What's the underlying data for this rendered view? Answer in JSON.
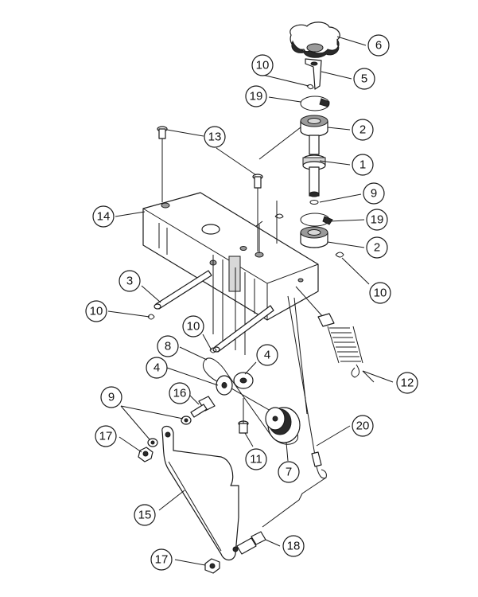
{
  "callouts": [
    {
      "id": "c6",
      "label": "6"
    },
    {
      "id": "c5",
      "label": "5"
    },
    {
      "id": "c10a",
      "label": "10"
    },
    {
      "id": "c19a",
      "label": "19"
    },
    {
      "id": "c2a",
      "label": "2"
    },
    {
      "id": "c13",
      "label": "13"
    },
    {
      "id": "c1",
      "label": "1"
    },
    {
      "id": "c9a",
      "label": "9"
    },
    {
      "id": "c19b",
      "label": "19"
    },
    {
      "id": "c14",
      "label": "14"
    },
    {
      "id": "c2b",
      "label": "2"
    },
    {
      "id": "c10b",
      "label": "10"
    },
    {
      "id": "c3",
      "label": "3"
    },
    {
      "id": "c10c",
      "label": "10"
    },
    {
      "id": "c10d",
      "label": "10"
    },
    {
      "id": "c8",
      "label": "8"
    },
    {
      "id": "c4a",
      "label": "4"
    },
    {
      "id": "c4b",
      "label": "4"
    },
    {
      "id": "c12",
      "label": "12"
    },
    {
      "id": "c16",
      "label": "16"
    },
    {
      "id": "c9b",
      "label": "9"
    },
    {
      "id": "c20",
      "label": "20"
    },
    {
      "id": "c17a",
      "label": "17"
    },
    {
      "id": "c11",
      "label": "11"
    },
    {
      "id": "c7",
      "label": "7"
    },
    {
      "id": "c15",
      "label": "15"
    },
    {
      "id": "c18",
      "label": "18"
    },
    {
      "id": "c17b",
      "label": "17"
    }
  ]
}
